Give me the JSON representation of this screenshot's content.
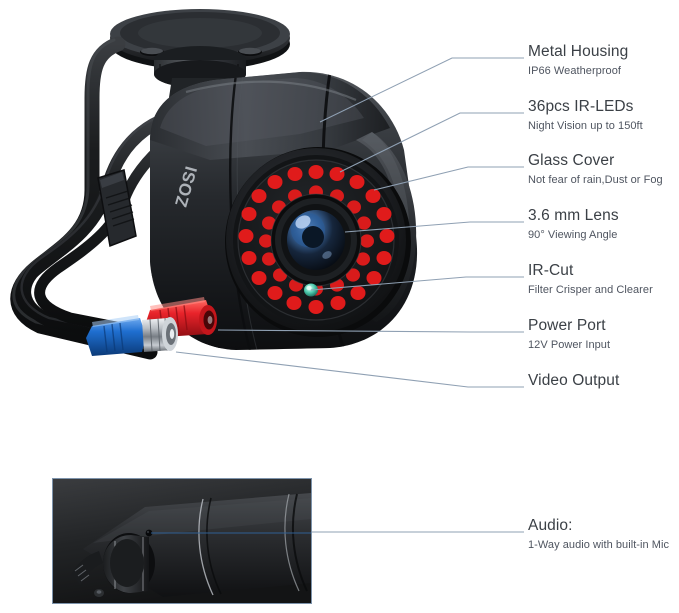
{
  "product": {
    "brand": "ZOSI",
    "type": "bullet-security-camera"
  },
  "theme": {
    "leader_line_color": "#8fa0b3",
    "title_color": "#3b4046",
    "subtitle_color": "#4f5560",
    "inset_border_color": "#7d93ab",
    "ir_led_color": "#e01b1b",
    "power_connector_color": "#e8232a",
    "video_connector_color": "#1f6fd0",
    "background": "#ffffff"
  },
  "callouts": [
    {
      "title": "Metal Housing",
      "sub": "IP66 Weatherproof"
    },
    {
      "title": "36pcs IR-LEDs",
      "sub": "Night Vision up to 150ft"
    },
    {
      "title": "Glass Cover",
      "sub": "Not fear of rain,Dust or Fog"
    },
    {
      "title": "3.6 mm Lens",
      "sub": "90° Viewing Angle"
    },
    {
      "title": "IR-Cut",
      "sub": "Filter Crisper and Clearer"
    },
    {
      "title": "Power Port",
      "sub": "12V Power Input"
    },
    {
      "title": "Video Output",
      "sub": ""
    },
    {
      "title": "Audio:",
      "sub": "1-Way audio with built-in Mic"
    }
  ]
}
